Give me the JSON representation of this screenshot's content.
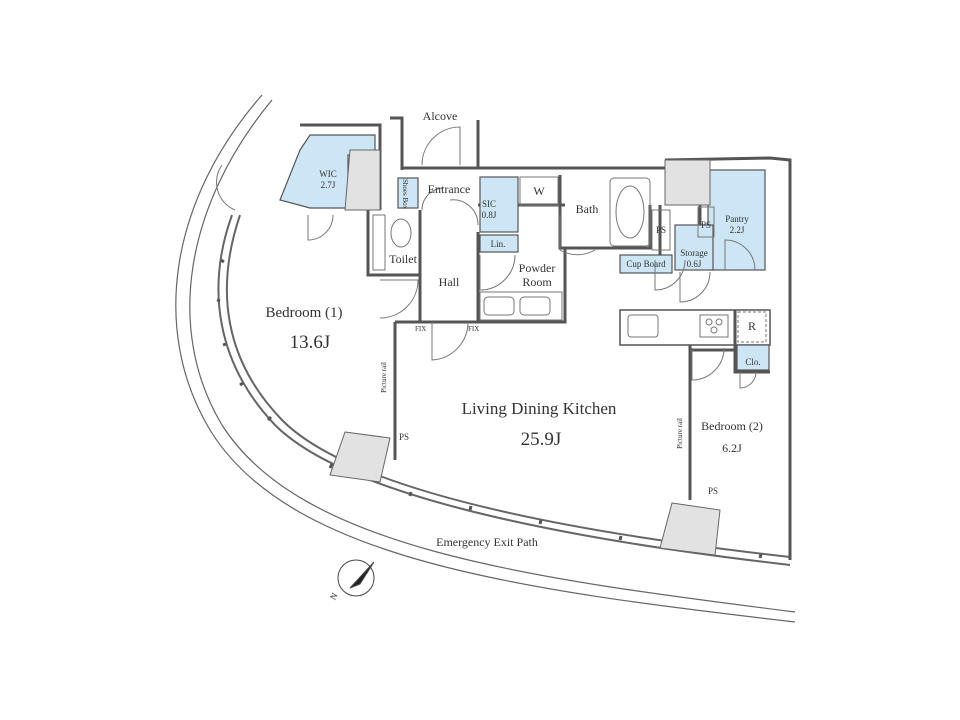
{
  "rooms": {
    "bedroom1": {
      "name": "Bedroom (1)",
      "area": "13.6J"
    },
    "ldk": {
      "name": "Living Dining Kitchen",
      "area": "25.9J"
    },
    "bedroom2": {
      "name": "Bedroom (2)",
      "area": "6.2J"
    },
    "wic": {
      "name": "WIC",
      "area": "2.7J"
    },
    "sic": {
      "name": "SIC",
      "area": "0.8J"
    },
    "pantry": {
      "name": "Pantry",
      "area": "2.2J"
    },
    "storage": {
      "name": "Storage",
      "area": "0.6J"
    }
  },
  "labels": {
    "alcove": "Alcove",
    "entrance": "Entrance",
    "shoes_box": "Shoes Box",
    "w": "W",
    "bath": "Bath",
    "toilet": "Toilet",
    "hall": "Hall",
    "lin": "Lin.",
    "powder_room": "Powder Room",
    "cup_board": "Cup Board",
    "ps": "PS",
    "r": "R",
    "clo": "Clo.",
    "fix": "FIX",
    "picture_rail": "Picture rail",
    "emergency_exit": "Emergency Exit Path",
    "north": "N"
  },
  "colors": {
    "storage_fill": "#cde6f5",
    "wall": "#555555",
    "balcony_fill": "#e6e6e6"
  }
}
